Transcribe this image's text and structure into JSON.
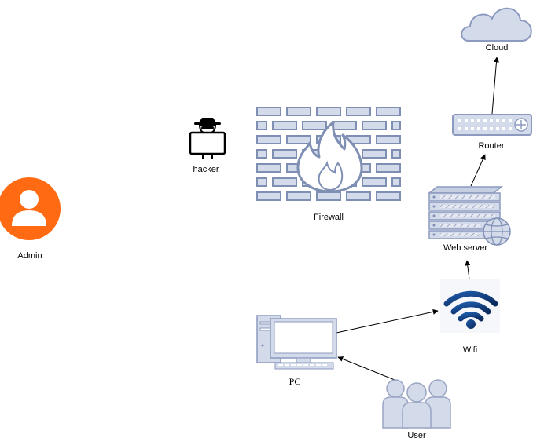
{
  "nodes": {
    "admin": {
      "label": "Admin",
      "icon": "user-circle-icon",
      "color": "#FF6A13"
    },
    "hacker": {
      "label": "hacker",
      "icon": "hacker-icon"
    },
    "firewall": {
      "label": "Firewall",
      "icon": "firewall-icon",
      "color": "#7F8FB4"
    },
    "cloud": {
      "label": "Cloud",
      "icon": "cloud-icon"
    },
    "router": {
      "label": "Router",
      "icon": "router-icon"
    },
    "web_server": {
      "label": "Web server",
      "icon": "server-icon"
    },
    "wifi": {
      "label": "Wifi",
      "icon": "wifi-icon",
      "color": "#10367A"
    },
    "pc": {
      "label": "PC",
      "icon": "pc-icon"
    },
    "user": {
      "label": "User",
      "icon": "users-icon"
    }
  },
  "edges": [
    {
      "from": "pc",
      "to": "wifi"
    },
    {
      "from": "user",
      "to": "pc"
    },
    {
      "from": "wifi",
      "to": "web_server"
    },
    {
      "from": "web_server",
      "to": "router"
    },
    {
      "from": "router",
      "to": "cloud"
    }
  ]
}
